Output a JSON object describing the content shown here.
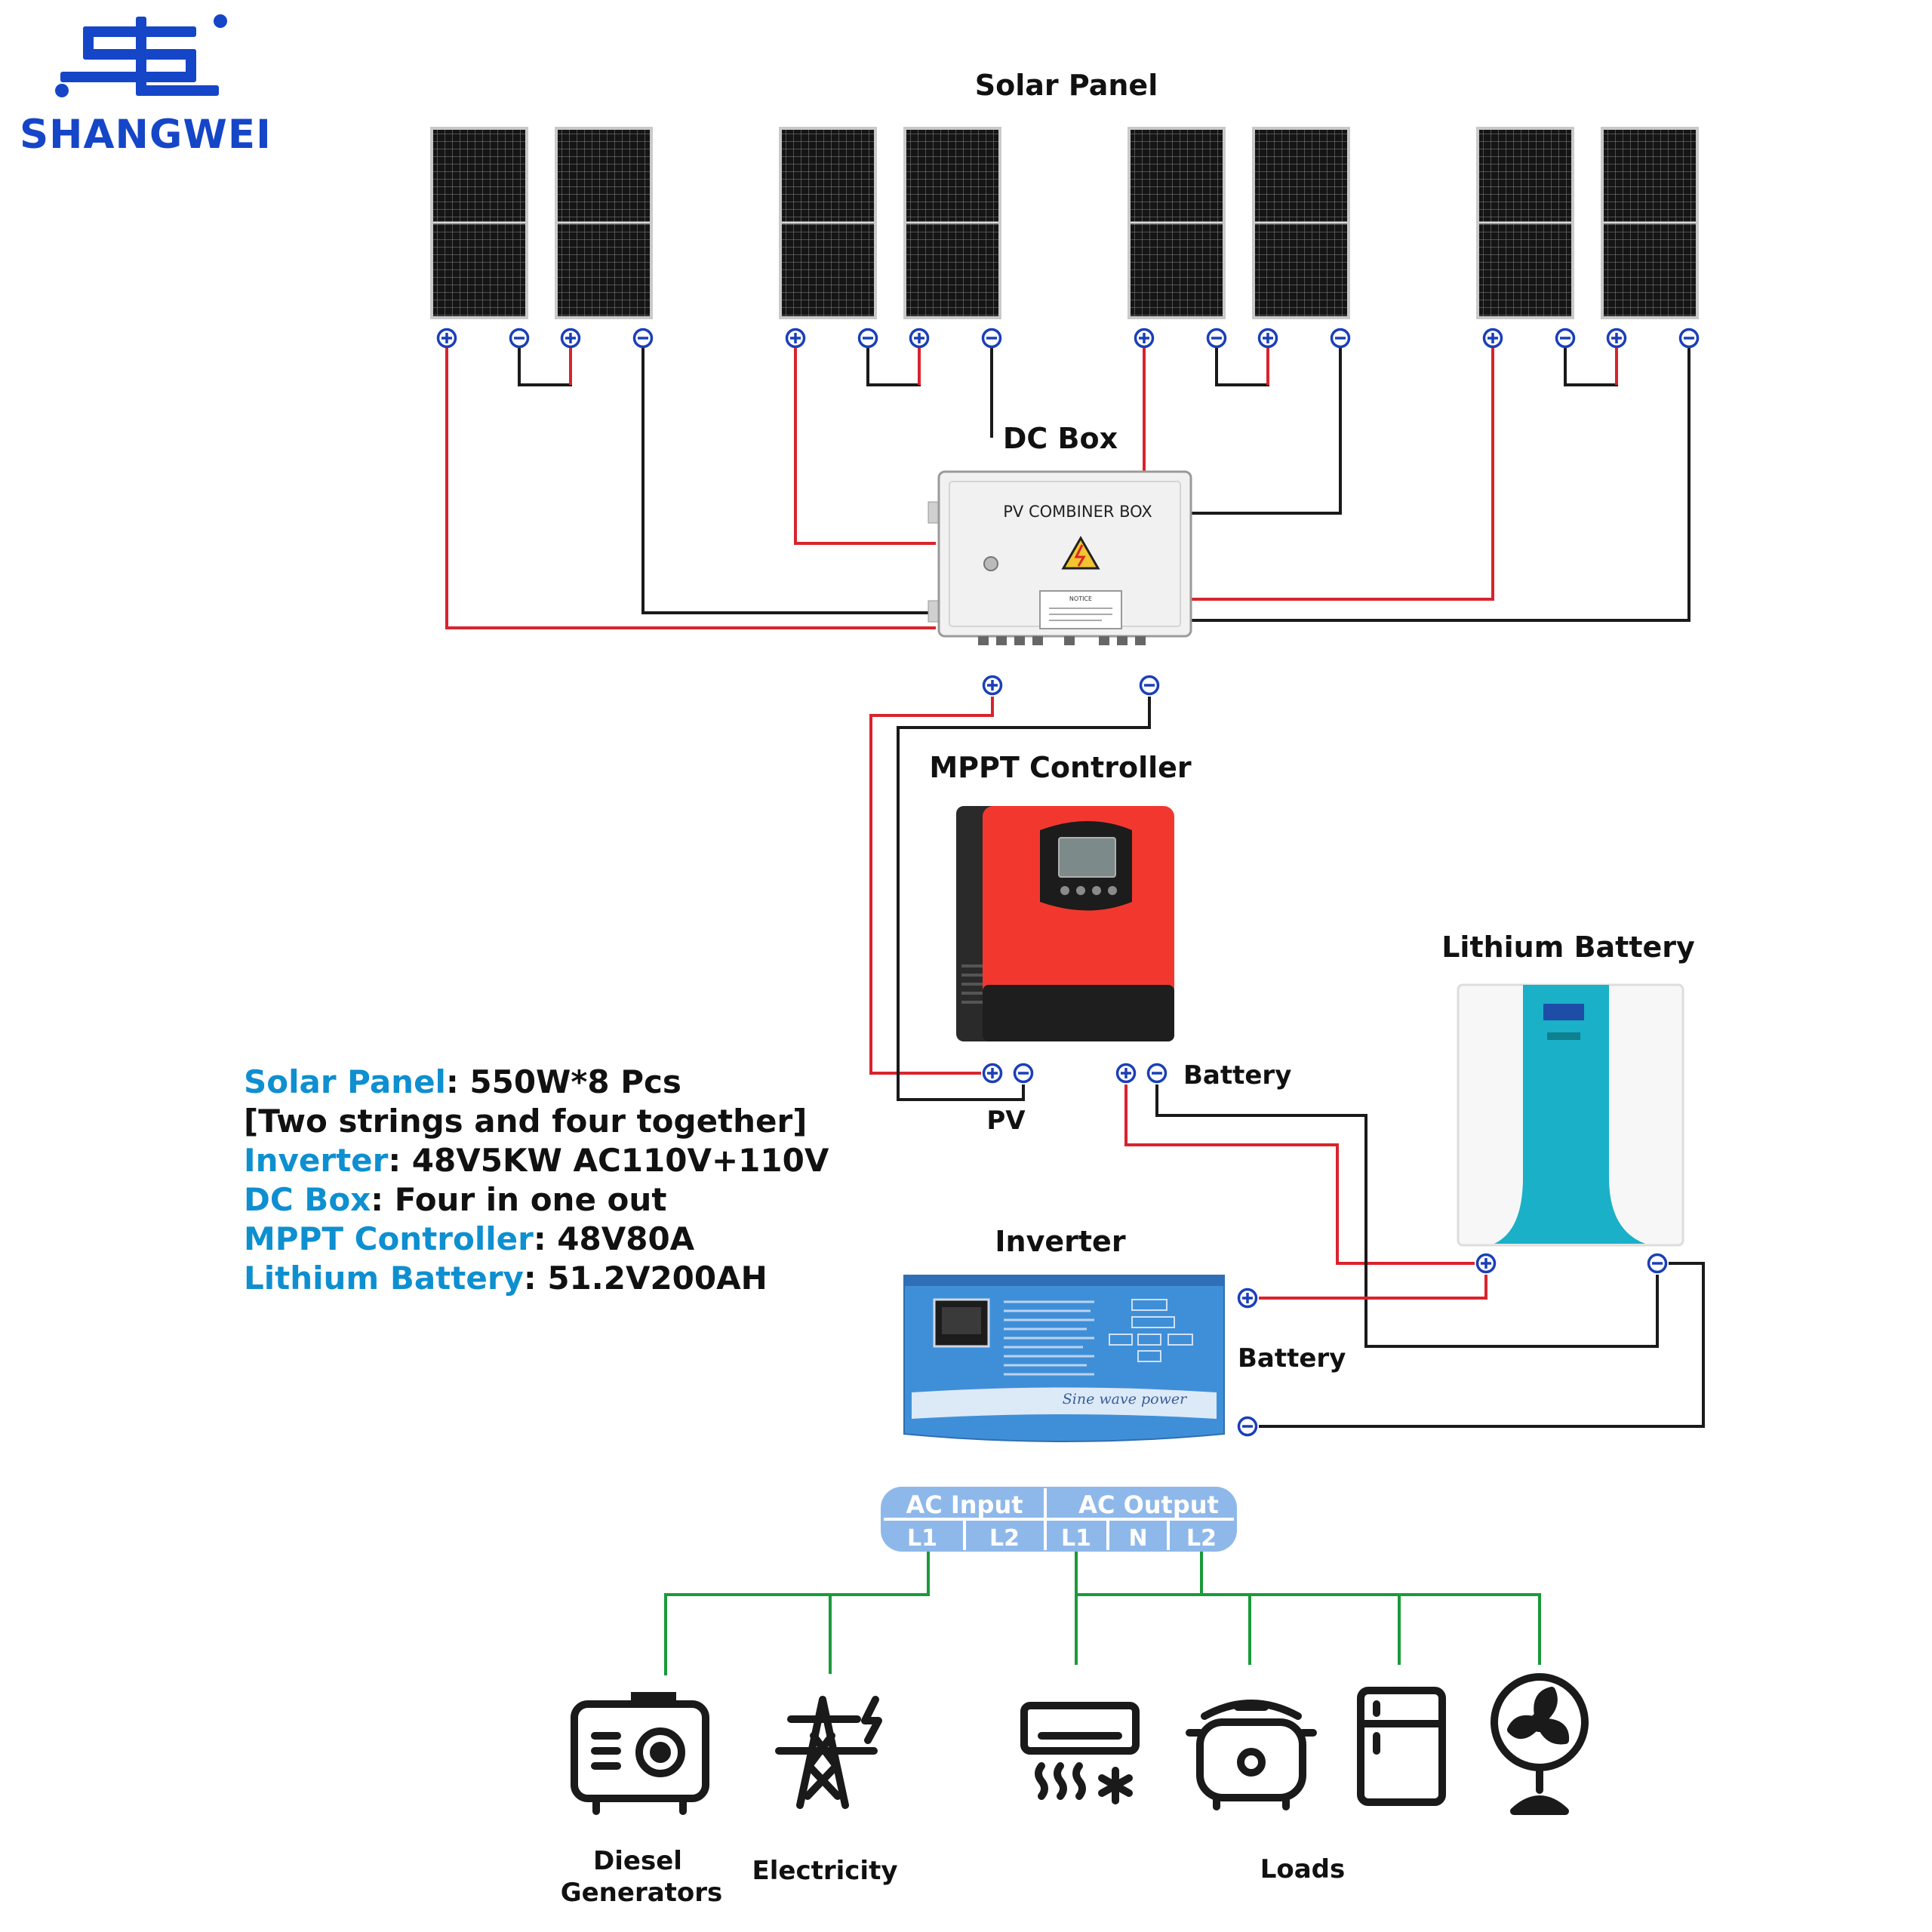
{
  "logo": {
    "text": "SHANGWEI",
    "color": "#1546c8"
  },
  "labels": {
    "solar_panel": "Solar Panel",
    "dc_box": "DC Box",
    "mppt_controller": "MPPT Controller",
    "lithium_battery": "Lithium Battery",
    "inverter": "Inverter",
    "battery_mppt": "Battery",
    "battery_inverter": "Battery",
    "pv": "PV",
    "loads": "Loads",
    "diesel_line1": "Diesel",
    "diesel_line2": "Generators",
    "electricity": "Electricity"
  },
  "dc_box": {
    "title": "PV  COMBINER  BOX",
    "notice": "NOTICE"
  },
  "inverter_face": {
    "script": "Sine wave power"
  },
  "ac_terminal": {
    "input_label": "AC Input",
    "output_label": "AC Output",
    "input_terms": [
      "L1",
      "L2"
    ],
    "output_terms": [
      "L1",
      "N",
      "L2"
    ]
  },
  "specs": [
    {
      "key": "Solar Panel",
      "value": ": 550W*8 Pcs"
    },
    {
      "key": "",
      "value": "[Two strings and four together]"
    },
    {
      "key": "Inverter",
      "value": ": 48V5KW AC110V+110V"
    },
    {
      "key": "DC Box",
      "value": ": Four in one out"
    },
    {
      "key": "MPPT Controller",
      "value": ": 48V80A"
    },
    {
      "key": "Lithium Battery",
      "value": ": 51.2V200AH"
    }
  ],
  "colors": {
    "positive_wire": "#d9232d",
    "negative_wire": "#1a1a1a",
    "ac_wire": "#1a9a3a",
    "terminal": "#1a3fb8",
    "spec_key": "#0e8fd0",
    "mppt_body": "#f2382e",
    "battery_accent": "#1ab0c8",
    "inverter_body": "#3f8fd8",
    "ac_badge": "#8fb8ea"
  },
  "icons": [
    "generator-icon",
    "power-tower-icon",
    "air-conditioner-icon",
    "rice-cooker-icon",
    "refrigerator-icon",
    "fan-icon"
  ]
}
